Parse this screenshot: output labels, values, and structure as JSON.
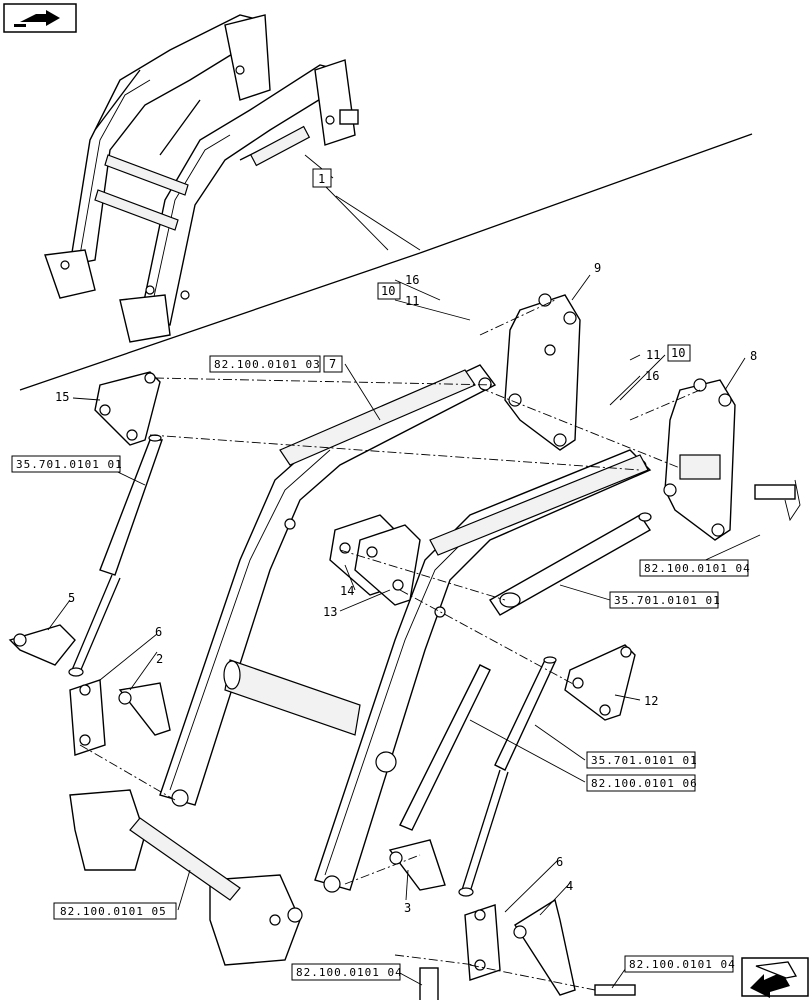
{
  "diagram": {
    "item_labels": {
      "l1": "1",
      "l2": "2",
      "l3": "3",
      "l4": "4",
      "l5": "5",
      "l6a": "6",
      "l6b": "6",
      "l7": "7",
      "l8": "8",
      "l9": "9",
      "l10a": "10",
      "l10b": "10",
      "l11a": "11",
      "l11b": "11",
      "l12": "12",
      "l13": "13",
      "l14": "14",
      "l15": "15",
      "l16a": "16",
      "l16b": "16"
    },
    "references": {
      "r1": "82.100.0101 03",
      "r2": "35.701.0101 01",
      "r3": "82.100.0101 04",
      "r4": "35.701.0101 01",
      "r5": "35.701.0101 01",
      "r6": "82.100.0101 06",
      "r7": "82.100.0101 05",
      "r8": "82.100.0101 04",
      "r9": "82.100.0101 04"
    }
  }
}
